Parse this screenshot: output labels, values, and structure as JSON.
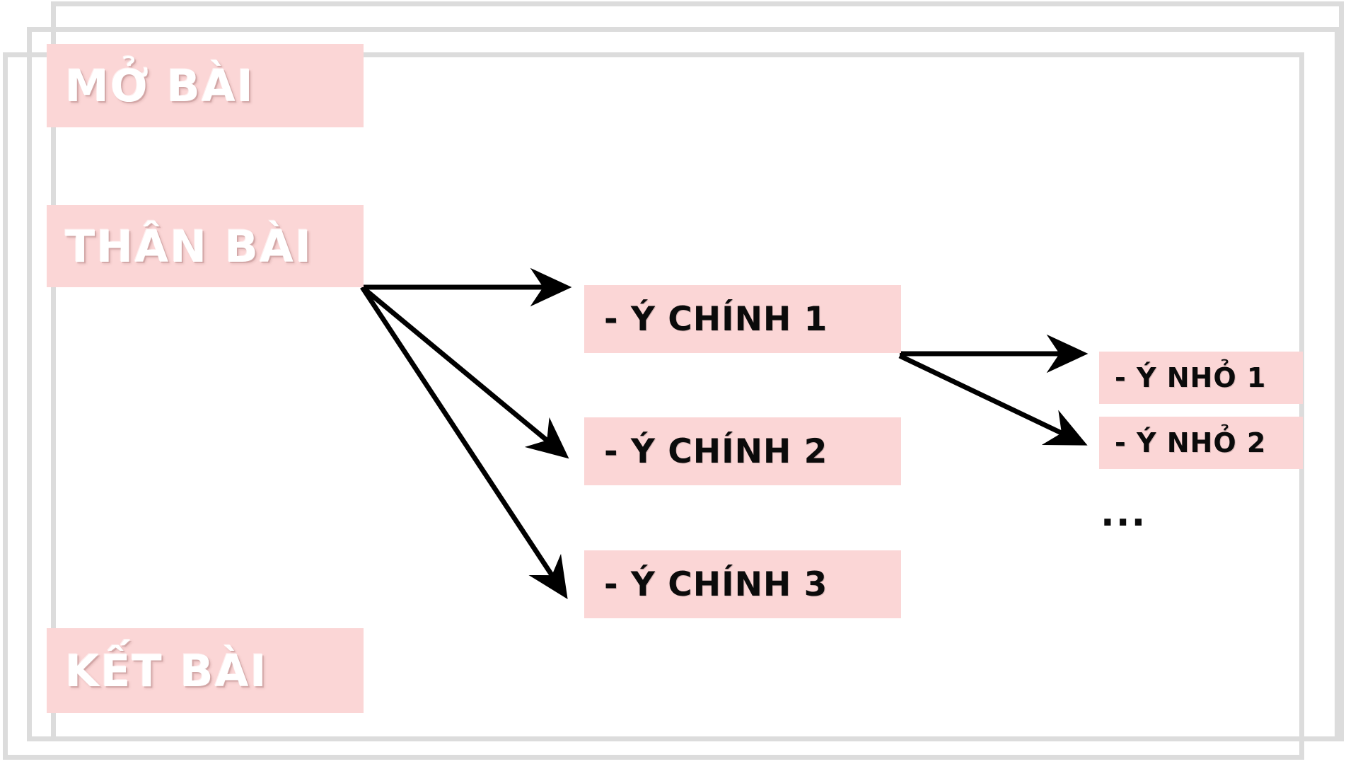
{
  "document": {
    "title": "Dàn ý bài văn",
    "background_color": "#ffffff",
    "frame_color": "#dcdcdc",
    "chip_color": "#fbd6d6",
    "heading_text_color": "#ffffff",
    "item_text_color": "#0b0b0b",
    "arrow_color": "#000000"
  },
  "outline": {
    "headings": [
      {
        "id": "mo-bai",
        "label": "MỞ BÀI"
      },
      {
        "id": "than-bai",
        "label": "THÂN BÀI"
      },
      {
        "id": "ket-bai",
        "label": "KẾT BÀI"
      }
    ],
    "main_points": [
      {
        "id": "y-chinh-1",
        "label": "- Ý CHÍNH 1"
      },
      {
        "id": "y-chinh-2",
        "label": "- Ý CHÍNH 2"
      },
      {
        "id": "y-chinh-3",
        "label": "- Ý CHÍNH 3"
      }
    ],
    "sub_points": [
      {
        "id": "y-nho-1",
        "label": "- Ý  NHỎ 1"
      },
      {
        "id": "y-nho-2",
        "label": "- Ý  NHỎ 2"
      }
    ],
    "more_indicator": "..."
  },
  "connectors": [
    {
      "name": "arrow-than-bai-to-y-chinh-1",
      "from": "than-bai",
      "to": "y-chinh-1"
    },
    {
      "name": "arrow-than-bai-to-y-chinh-2",
      "from": "than-bai",
      "to": "y-chinh-2"
    },
    {
      "name": "arrow-than-bai-to-y-chinh-3",
      "from": "than-bai",
      "to": "y-chinh-3"
    },
    {
      "name": "arrow-y-chinh-1-to-y-nho-1",
      "from": "y-chinh-1",
      "to": "y-nho-1"
    },
    {
      "name": "arrow-y-chinh-1-to-y-nho-2",
      "from": "y-chinh-1",
      "to": "y-nho-2"
    }
  ]
}
